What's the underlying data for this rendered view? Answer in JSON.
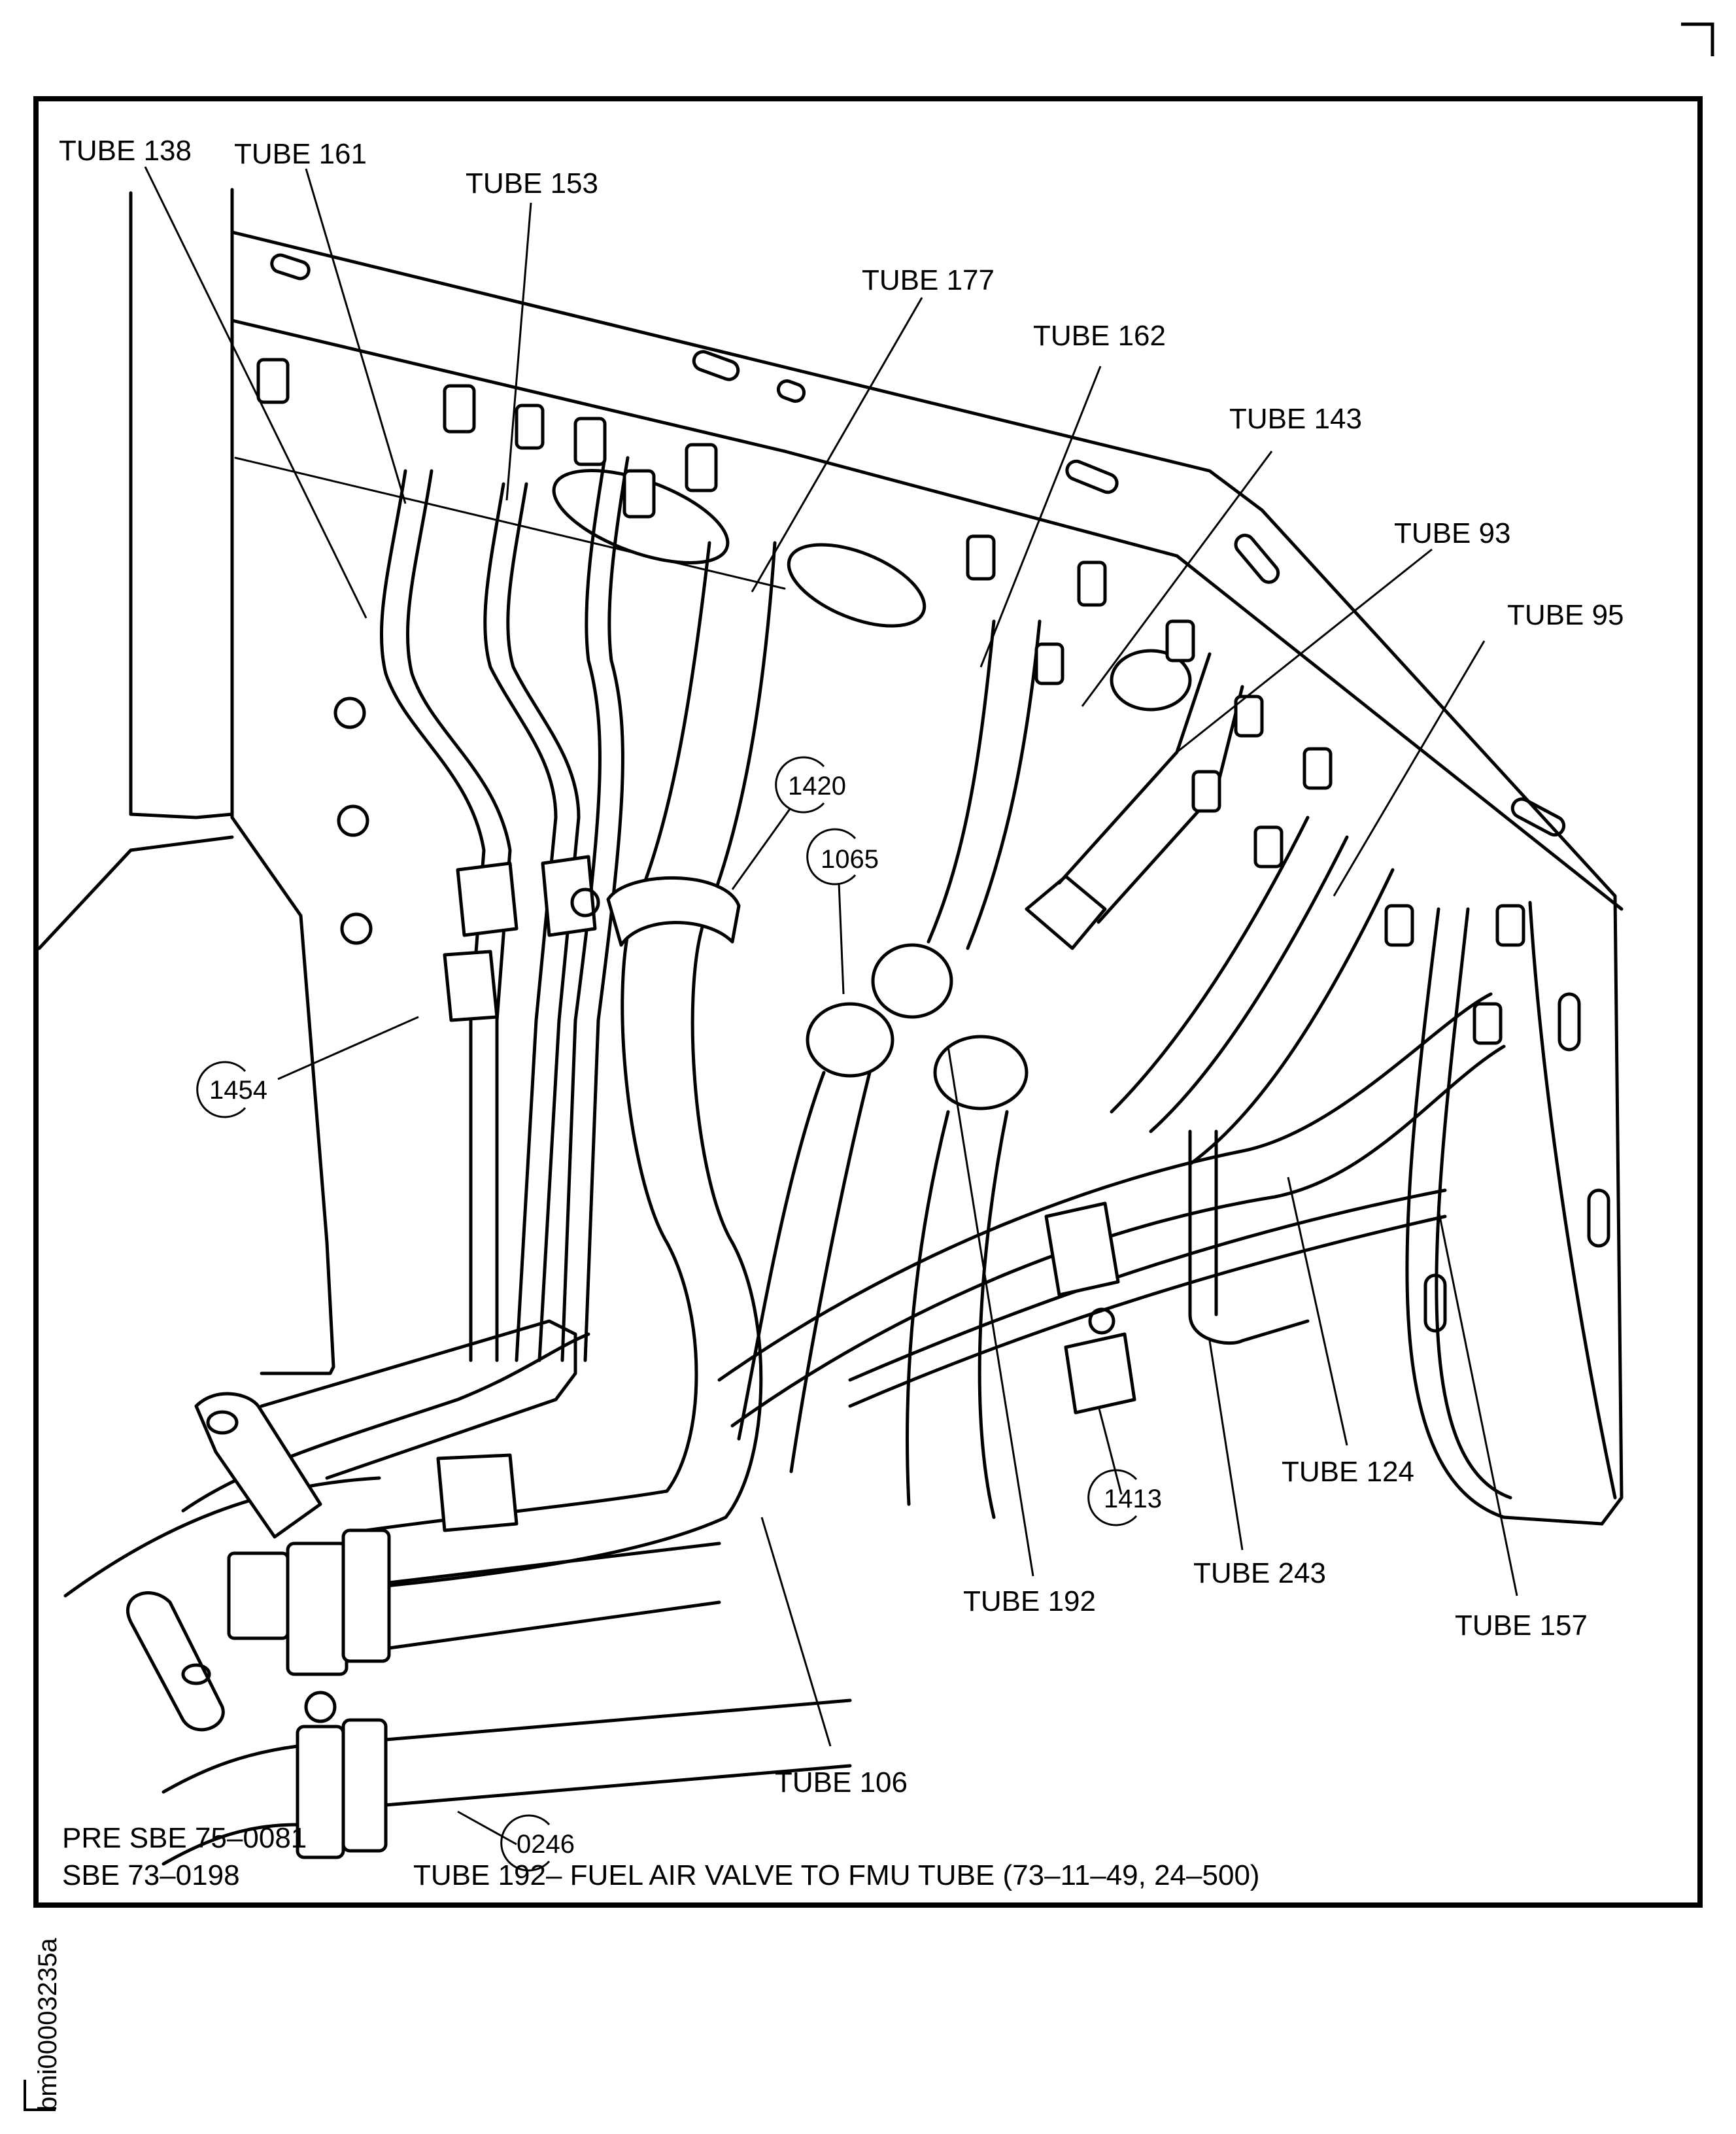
{
  "figure": {
    "id_tag": "bmi00003235a",
    "notes": [
      "PRE SBE 75–0081",
      "SBE 73–0198"
    ],
    "caption": "TUBE 192– FUEL AIR VALVE TO FMU TUBE (73–11–49, 24–500)"
  },
  "colors": {
    "ink": "#000000",
    "paper": "#ffffff"
  },
  "tube_labels": [
    {
      "key": "t138",
      "text": "TUBE 138"
    },
    {
      "key": "t161",
      "text": "TUBE 161"
    },
    {
      "key": "t153",
      "text": "TUBE 153"
    },
    {
      "key": "t177",
      "text": "TUBE 177"
    },
    {
      "key": "t162",
      "text": "TUBE 162"
    },
    {
      "key": "t143",
      "text": "TUBE 143"
    },
    {
      "key": "t93",
      "text": "TUBE 93"
    },
    {
      "key": "t95",
      "text": "TUBE 95"
    },
    {
      "key": "t124",
      "text": "TUBE 124"
    },
    {
      "key": "t243",
      "text": "TUBE 243"
    },
    {
      "key": "t192",
      "text": "TUBE 192"
    },
    {
      "key": "t157",
      "text": "TUBE 157"
    },
    {
      "key": "t106",
      "text": "TUBE 106"
    }
  ],
  "callouts": [
    {
      "key": "c1420",
      "text": "1420"
    },
    {
      "key": "c1065",
      "text": "1065"
    },
    {
      "key": "c1454",
      "text": "1454"
    },
    {
      "key": "c1413",
      "text": "1413"
    },
    {
      "key": "c0246",
      "text": "0246"
    }
  ]
}
